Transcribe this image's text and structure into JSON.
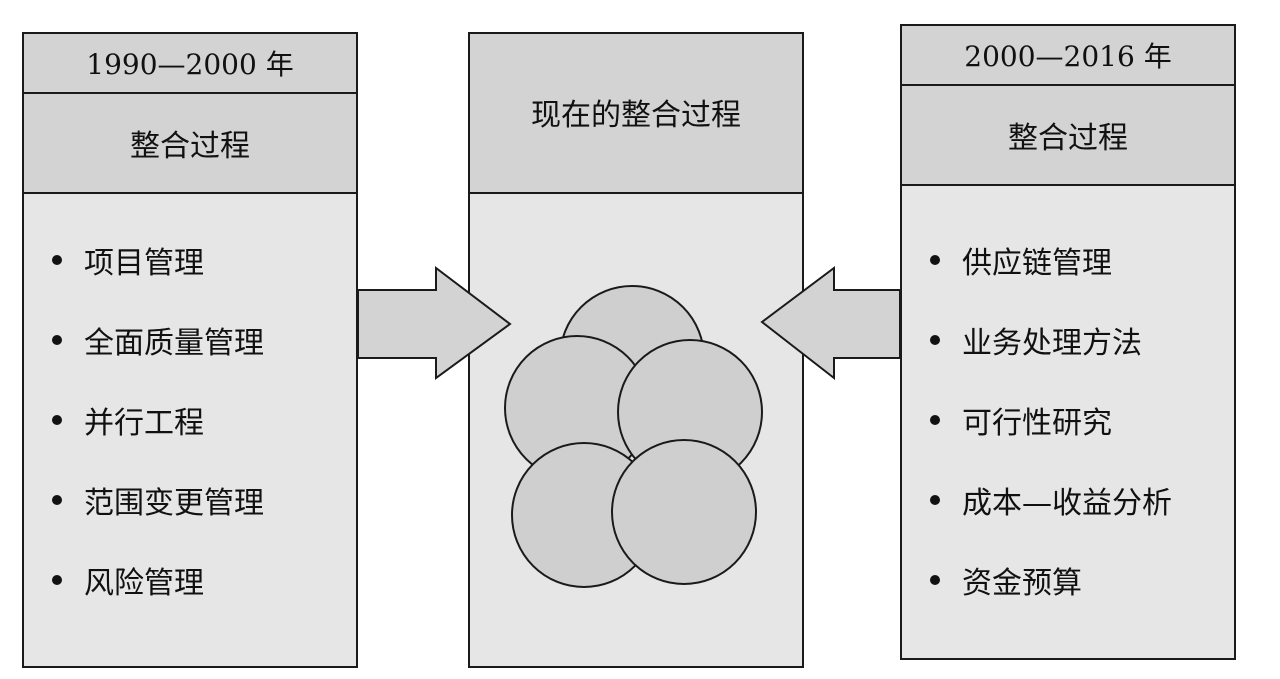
{
  "left_panel": {
    "year": "1990—2000 年",
    "title": "整合过程",
    "items": [
      "项目管理",
      "全面质量管理",
      "并行工程",
      "范围变更管理",
      "风险管理"
    ]
  },
  "center_panel": {
    "title": "现在的整合过程"
  },
  "right_panel": {
    "year": "2000—2016 年",
    "title": "整合过程",
    "items": [
      "供应链管理",
      "业务处理方法",
      "可行性研究",
      "成本—收益分析",
      "资金预算"
    ]
  },
  "colors": {
    "header_fill": "#d3d3d3",
    "body_fill": "#e6e6e6",
    "circle_fill": "#cfcfcf",
    "stroke": "#1a1a1a"
  }
}
